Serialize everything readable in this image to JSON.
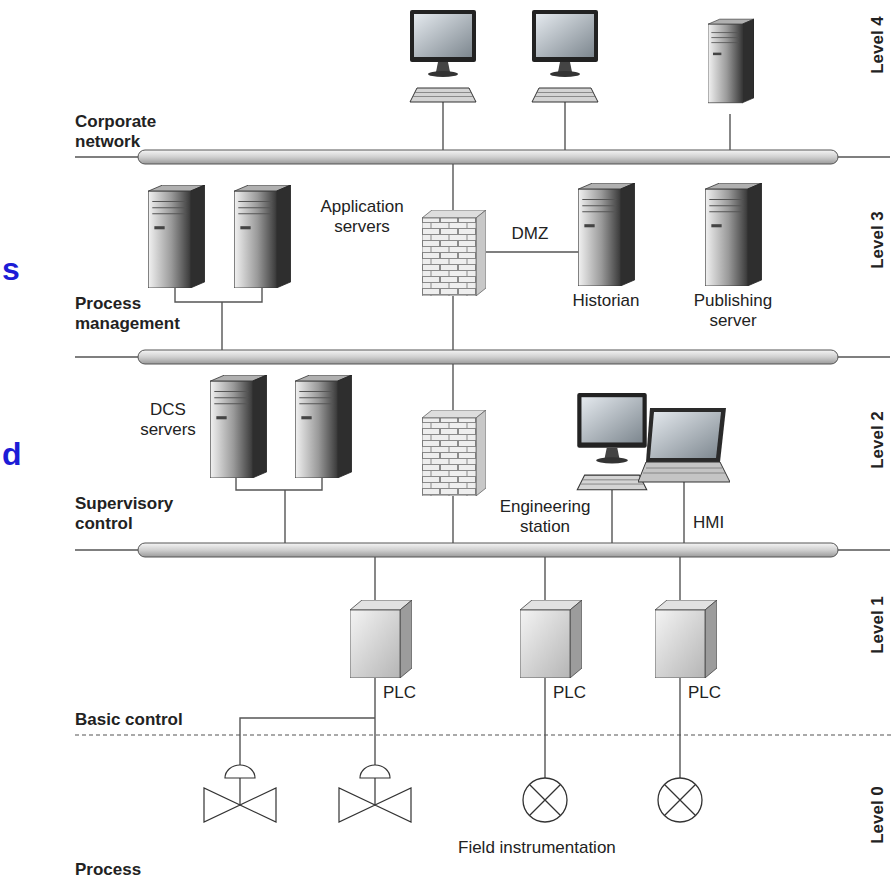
{
  "diagram": {
    "labels": [
      "Level 4",
      "Corporate network",
      "Application servers",
      "DMZ",
      "Level 3",
      "s",
      "Process management",
      "Historian",
      "Publishing server",
      "DCS servers",
      "Level 2",
      "d",
      "Supervisory control",
      "Engineering station",
      "HMI",
      "Level 1",
      "PLC",
      "PLC",
      "PLC",
      "Basic control",
      "Level 0",
      "Field instrumentation",
      "Process"
    ]
  }
}
